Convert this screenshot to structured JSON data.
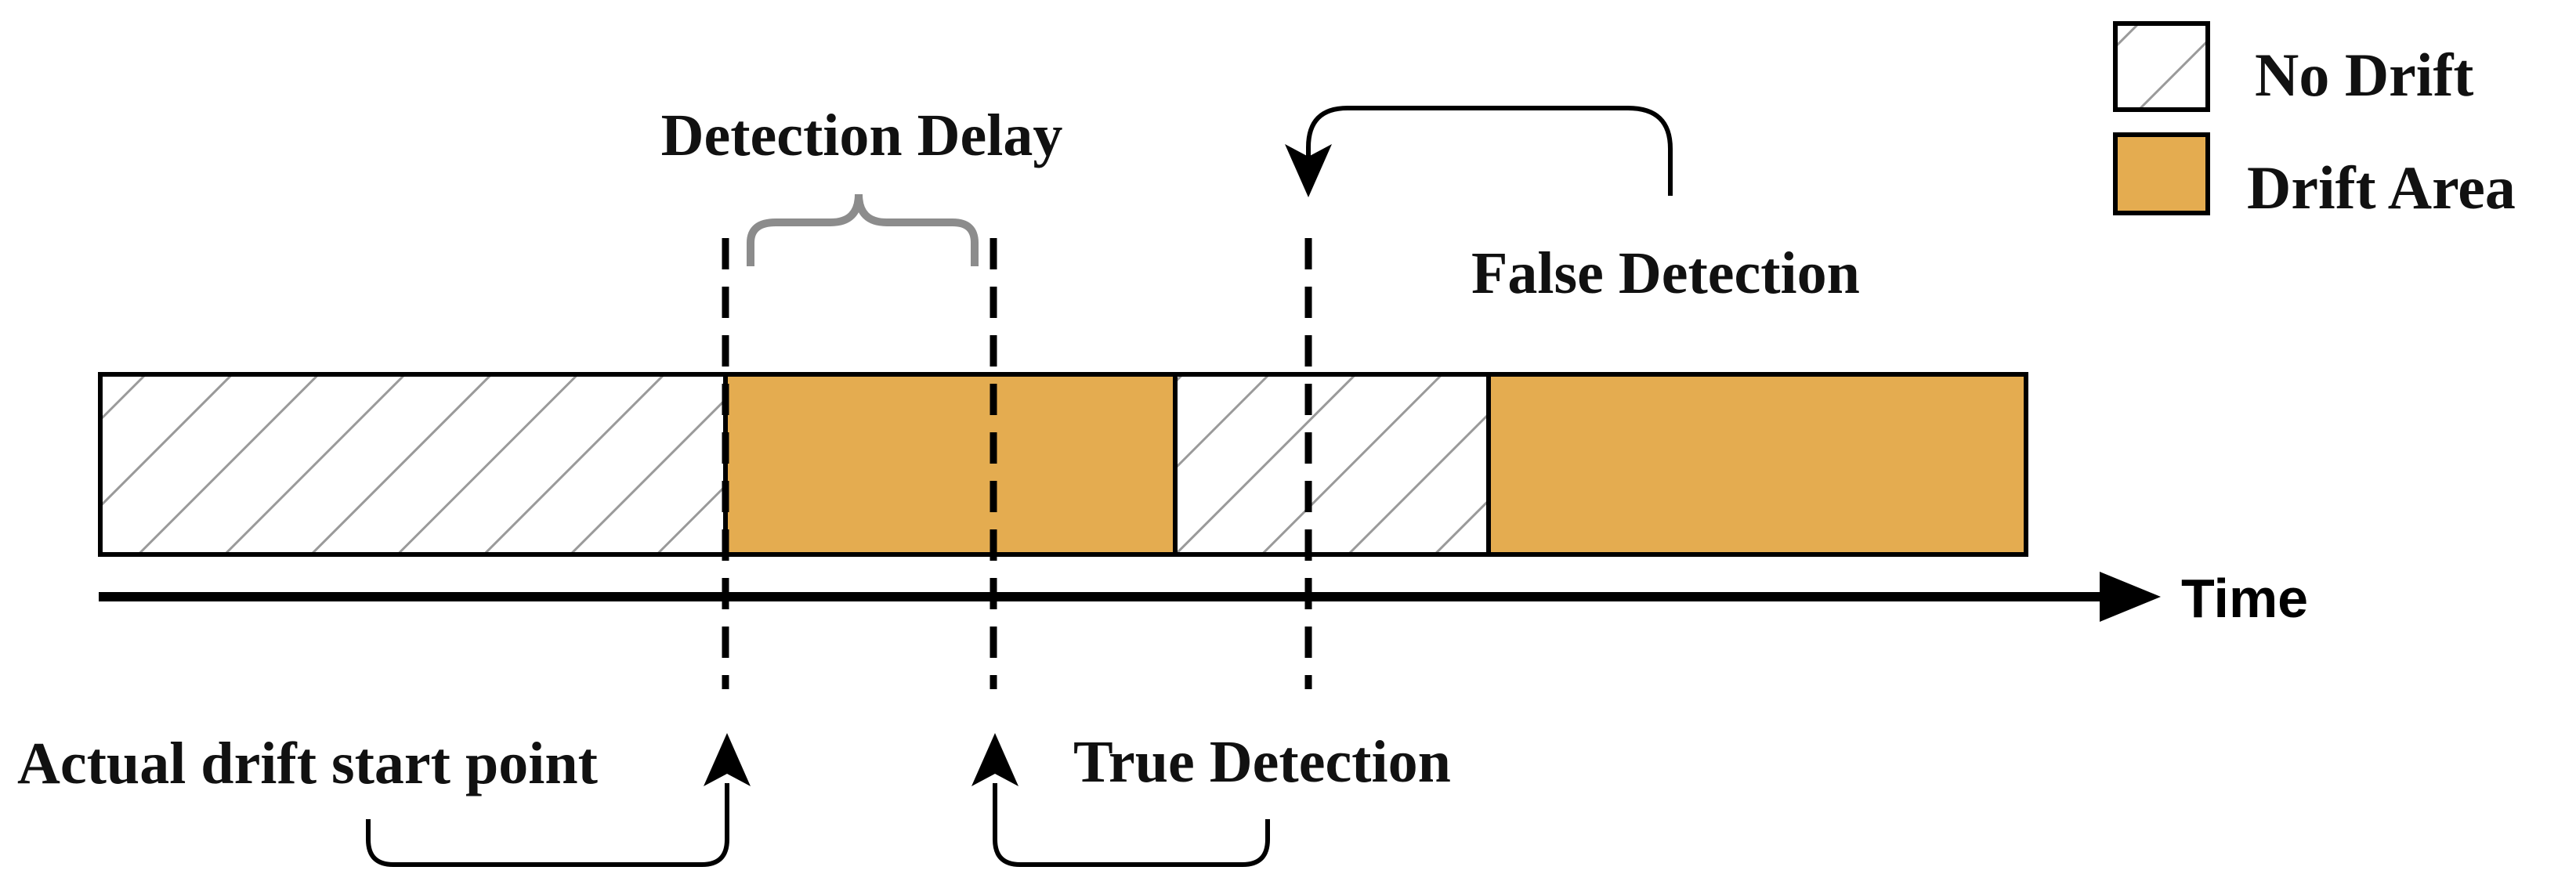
{
  "legend": {
    "no_drift_label": "No Drift",
    "drift_area_label": "Drift Area"
  },
  "labels": {
    "detection_delay": "Detection Delay",
    "false_detection": "False Detection",
    "true_detection": "True Detection",
    "actual_drift_start": "Actual drift start point",
    "time_axis": "Time"
  },
  "segments": [
    {
      "state": "No Drift"
    },
    {
      "state": "Drift Area"
    },
    {
      "state": "No Drift"
    },
    {
      "state": "Drift Area"
    }
  ],
  "colors": {
    "drift_fill": "#e4ac50",
    "hatch_line": "#9a9a9a",
    "outline": "#000000",
    "brace": "#8c8c8c"
  }
}
